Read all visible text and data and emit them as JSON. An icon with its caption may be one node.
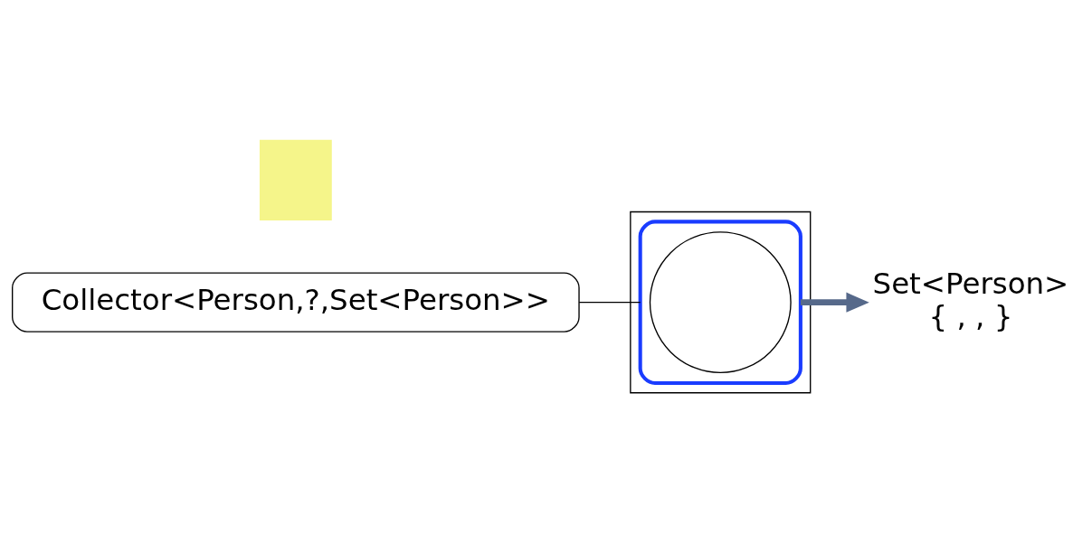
{
  "diagram": {
    "nodes": [
      {
        "text": [],
        "shape": "box"
      },
      {
        "text": [],
        "shape": "box",
        "in": 0
      },
      {
        "text": [],
        "shape": "circle",
        "in": 1
      },
      {
        "text": [],
        "shape": "bar"
      },
      {
        "text": [
          "Set<Person>",
          "{ , , }"
        ]
      },
      {
        "text": [
          "Collector<Person,?,Set<Person>>"
        ]
      }
    ],
    "edges": [
      {
        "from": 1,
        "to": 4,
        "arrow": "to",
        "style": "thick",
        "color": "#56698a"
      },
      {
        "from": 5,
        "to": 1,
        "arrow": "none",
        "color": "#000000"
      }
    ]
  }
}
